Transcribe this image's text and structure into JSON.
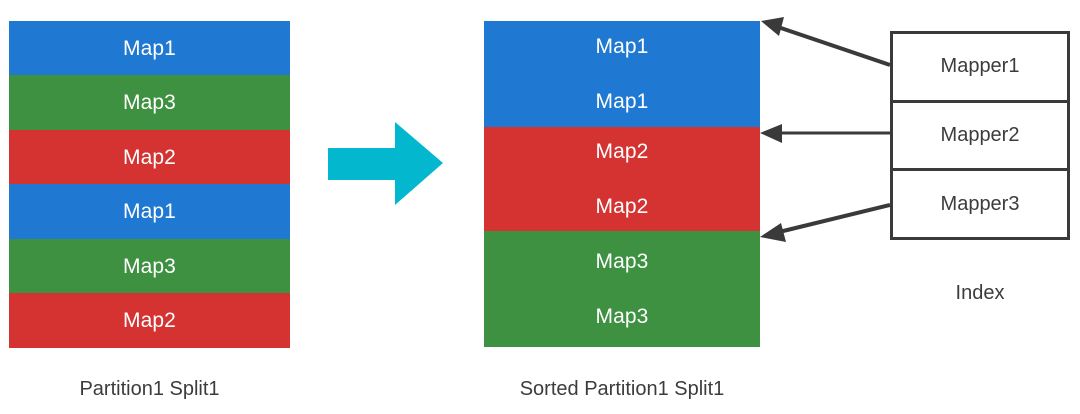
{
  "diagram": {
    "title": "MapReduce partition sort and index diagram",
    "colors": {
      "blue": "#1f78d1",
      "green": "#3d9140",
      "red": "#d53332",
      "cyan_arrow": "#03b8ce",
      "outline": "#3a3a3a",
      "text_dark": "#3c3c3c",
      "block_text": "#ffffff",
      "background": "#ffffff"
    },
    "left_stack": {
      "caption": "Partition1 Split1",
      "blocks": [
        {
          "label": "Map1",
          "color_key": "blue"
        },
        {
          "label": "Map3",
          "color_key": "green"
        },
        {
          "label": "Map2",
          "color_key": "red"
        },
        {
          "label": "Map1",
          "color_key": "blue"
        },
        {
          "label": "Map3",
          "color_key": "green"
        },
        {
          "label": "Map2",
          "color_key": "red"
        }
      ]
    },
    "transform_arrow": {
      "icon": "right-arrow-icon",
      "color_key": "cyan_arrow",
      "meaning": "sort"
    },
    "right_stack": {
      "caption": "Sorted Partition1 Split1",
      "blocks": [
        {
          "labels": [
            "Map1",
            "Map1"
          ],
          "color_key": "blue"
        },
        {
          "labels": [
            "Map2",
            "Map2"
          ],
          "color_key": "red"
        },
        {
          "labels": [
            "Map3",
            "Map3"
          ],
          "color_key": "green"
        }
      ]
    },
    "index": {
      "caption": "Index",
      "rows": [
        {
          "label": "Mapper1"
        },
        {
          "label": "Mapper2"
        },
        {
          "label": "Mapper3"
        }
      ]
    },
    "connector_arrows": [
      {
        "from": "Mapper1",
        "to": "top-of-sorted-partition"
      },
      {
        "from": "Mapper2",
        "to": "map1-map2-boundary"
      },
      {
        "from": "Mapper3",
        "to": "map2-map3-boundary"
      }
    ]
  }
}
